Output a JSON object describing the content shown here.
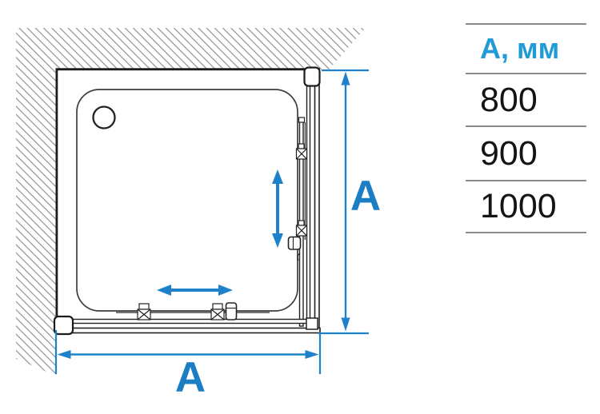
{
  "diagram": {
    "dimension_labels": {
      "vertical": "A",
      "horizontal": "A"
    }
  },
  "table": {
    "header": "А, мм",
    "rows": [
      "800",
      "900",
      "1000"
    ]
  },
  "colors": {
    "dimension_blue": "#1e82ca",
    "label_blue": "#1b7ec5",
    "table_header_blue": "#1f9bd7",
    "table_rule_gray": "#8c8c8c",
    "drawing_line_black": "#1d1d1d",
    "hatch_gray": "#8d8d8d"
  }
}
